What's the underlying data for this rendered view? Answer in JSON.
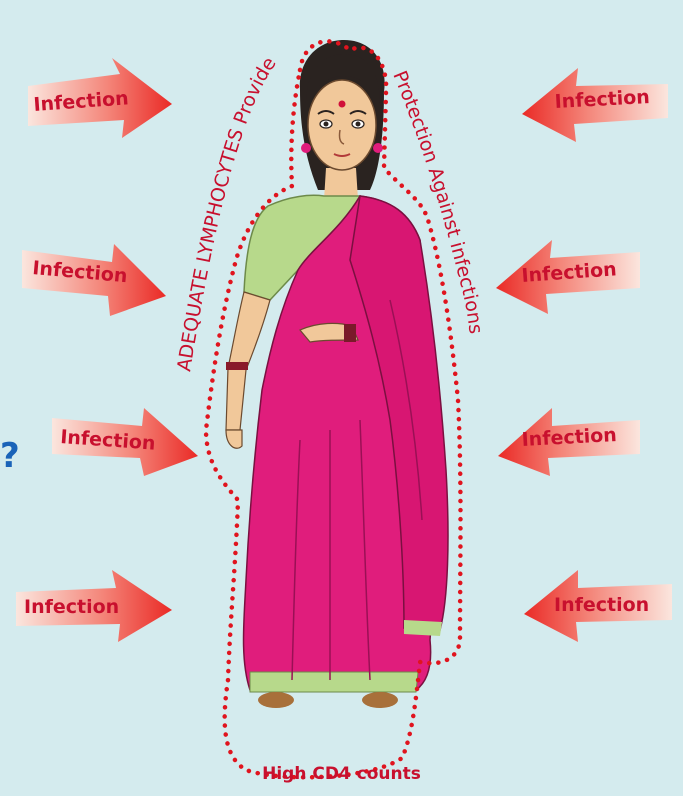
{
  "arrows": {
    "label": "Infection",
    "colors": {
      "tip": "#ec2d2a",
      "tail": "#fbe3da",
      "text": "#c8102e"
    }
  },
  "protection_text": {
    "top": "ADEQUATE LYMPHOCYTES Provide",
    "right": "Protection Against infections"
  },
  "caption": "High CD4 counts",
  "left_edge_mark": "?",
  "colors": {
    "background": "#d4ebee",
    "saree": "#e01d7c",
    "blouse": "#b7d98b",
    "hair": "#2a2320",
    "skin": "#f1c89a",
    "dotted_outline": "#e0141e"
  }
}
